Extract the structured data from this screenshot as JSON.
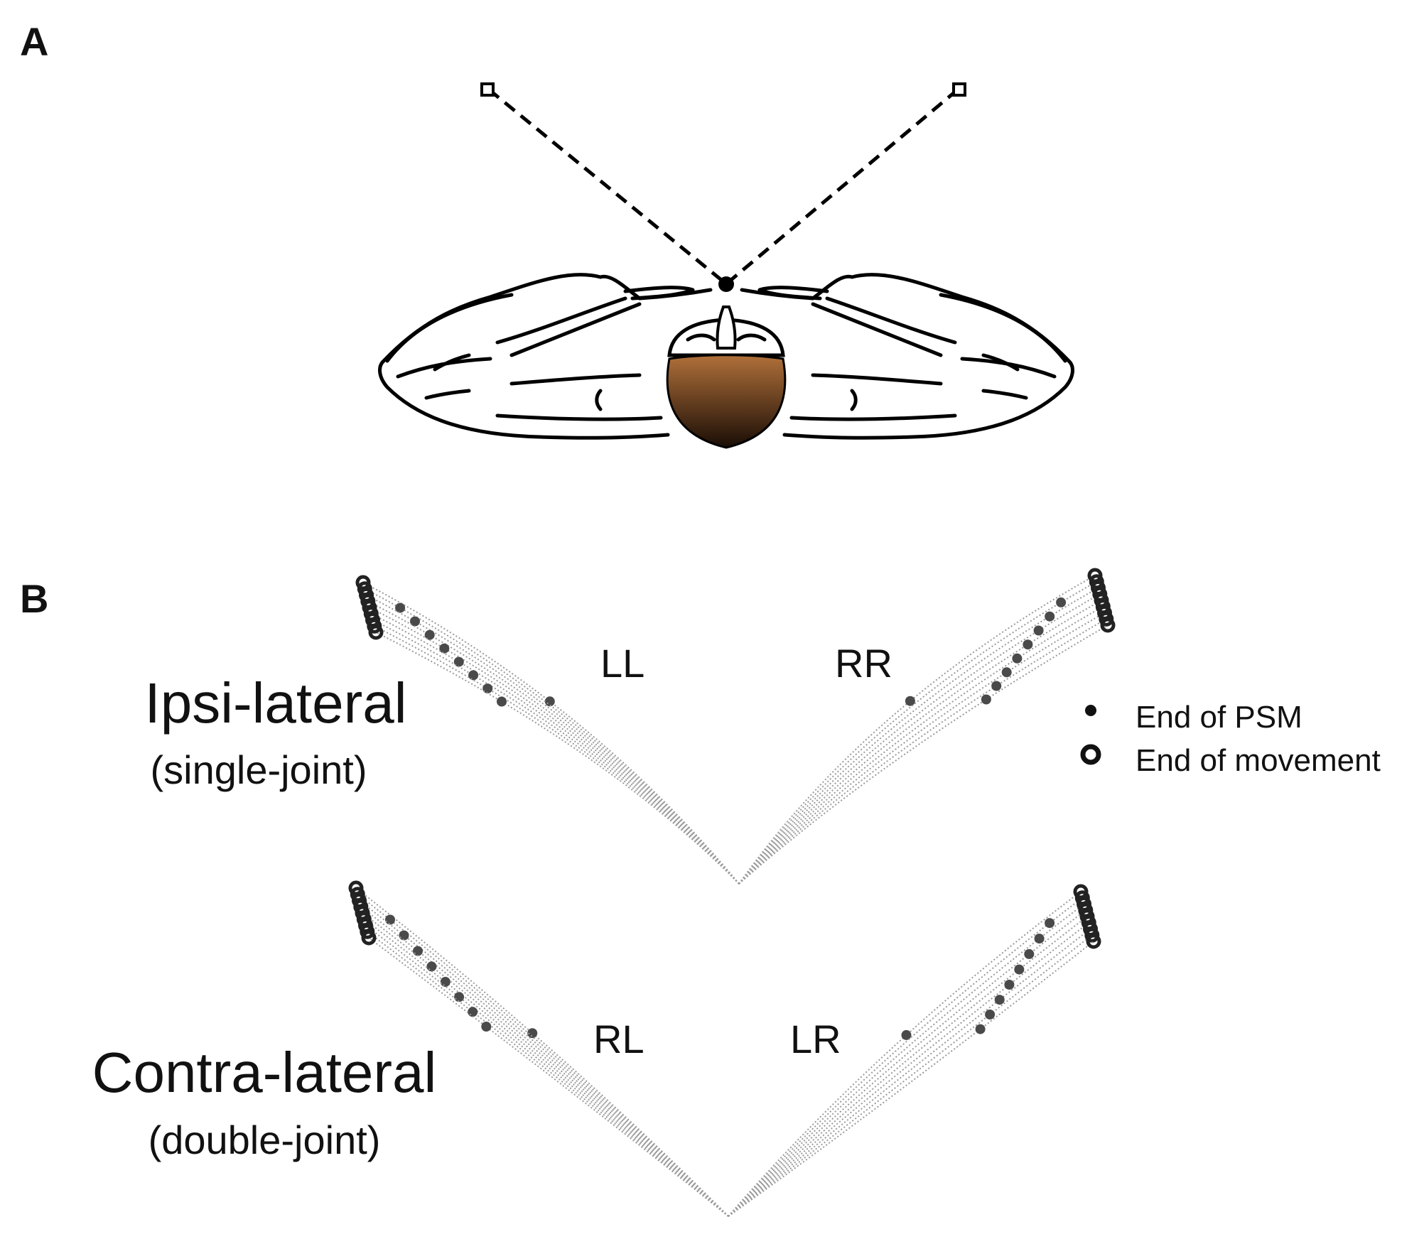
{
  "panel_a": {
    "letter": "A"
  },
  "panel_b": {
    "letter": "B",
    "ipsi": {
      "title": "Ipsi-lateral",
      "subtitle": "(single-joint)",
      "left_label": "LL",
      "right_label": "RR"
    },
    "contra": {
      "title": "Contra-lateral",
      "subtitle": "(double-joint)",
      "left_label": "RL",
      "right_label": "LR"
    },
    "legend": {
      "psm_label": "End of PSM",
      "movement_label": "End of movement"
    }
  },
  "colors": {
    "head_top": "#b0703a",
    "head_bottom": "#1a0d05",
    "trace": "#9a9a9a",
    "marker": "#4a4a4a"
  }
}
